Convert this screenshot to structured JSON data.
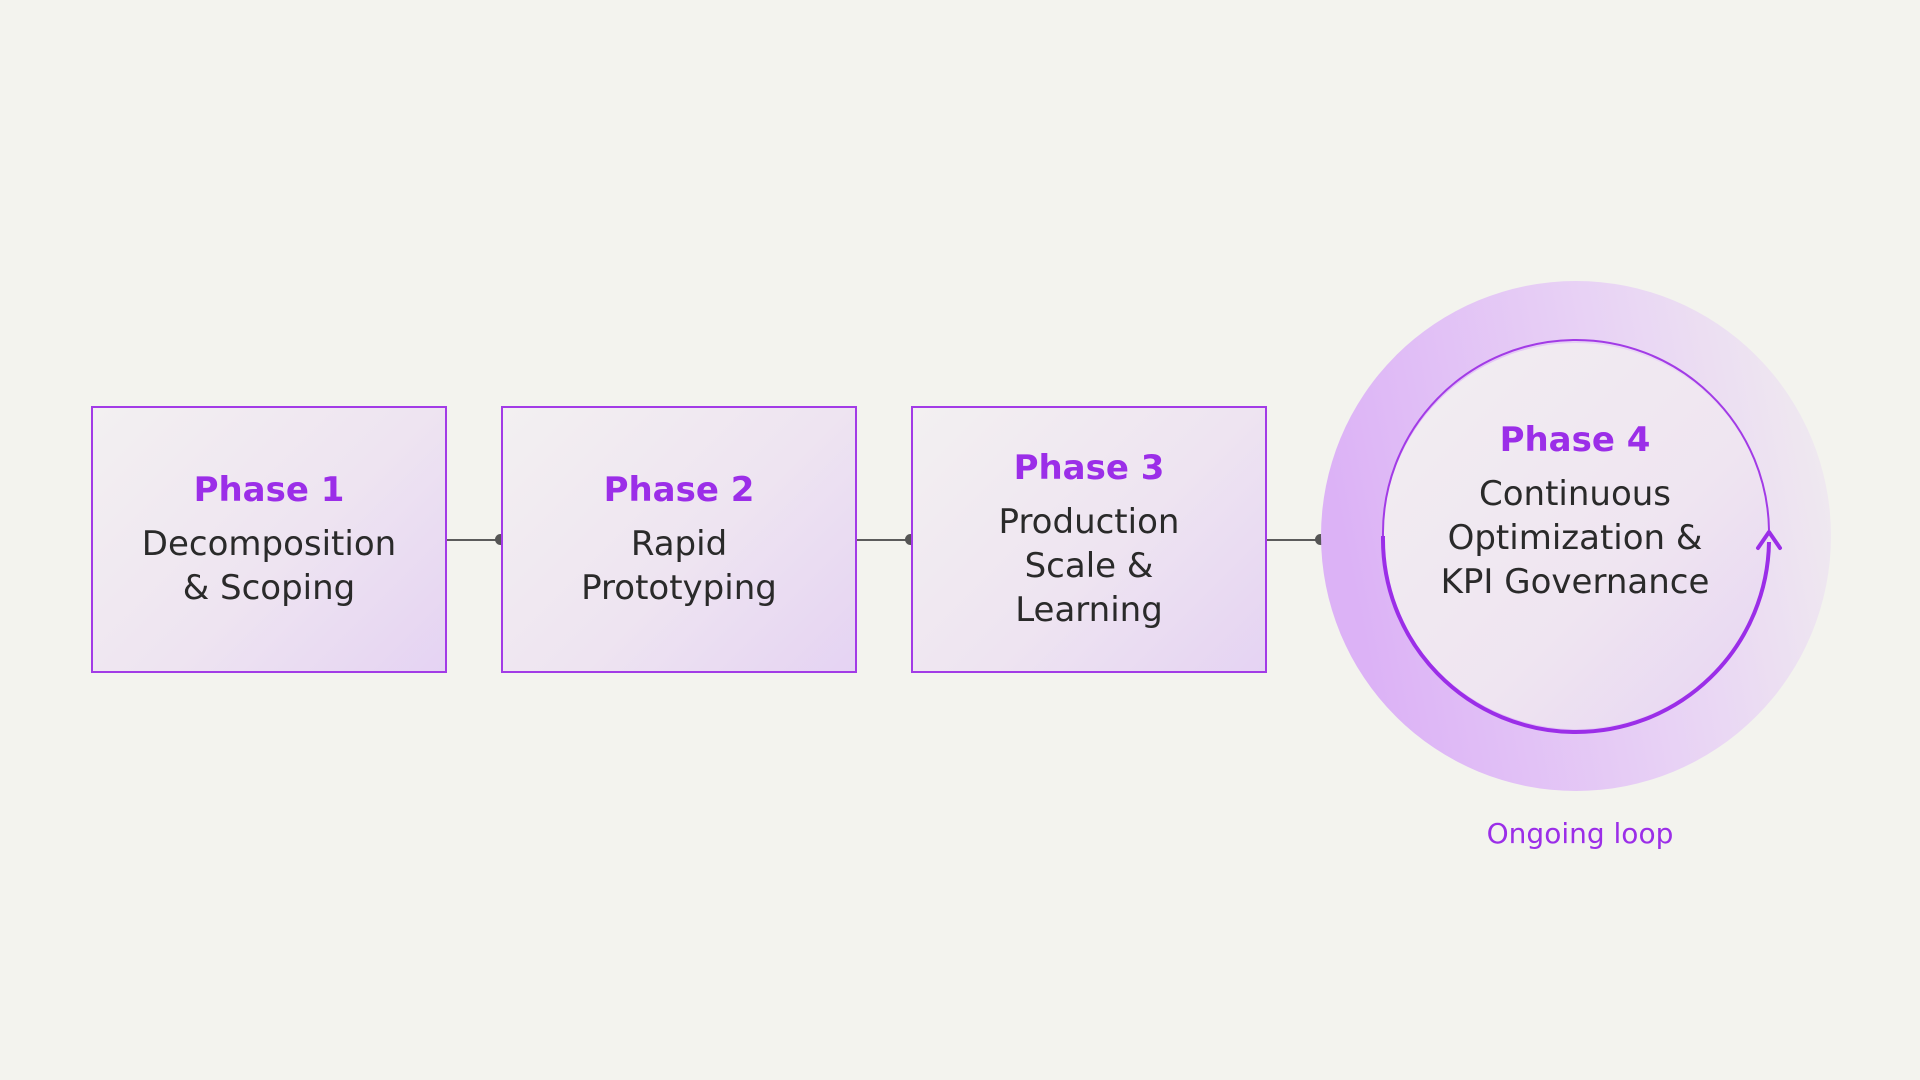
{
  "phases": [
    {
      "title": "Phase 1",
      "description": "Decomposition\n& Scoping"
    },
    {
      "title": "Phase 2",
      "description": "Rapid\nPrototyping"
    },
    {
      "title": "Phase 3",
      "description": "Production\nScale &\nLearning"
    },
    {
      "title": "Phase 4",
      "description": "Continuous\nOptimization &\nKPI Governance"
    }
  ],
  "loop_label": "Ongoing loop",
  "colors": {
    "accent": "#9b2ee8",
    "text": "#2a2a2a",
    "background": "#f3f3ee",
    "connector": "#5b5b5b"
  }
}
